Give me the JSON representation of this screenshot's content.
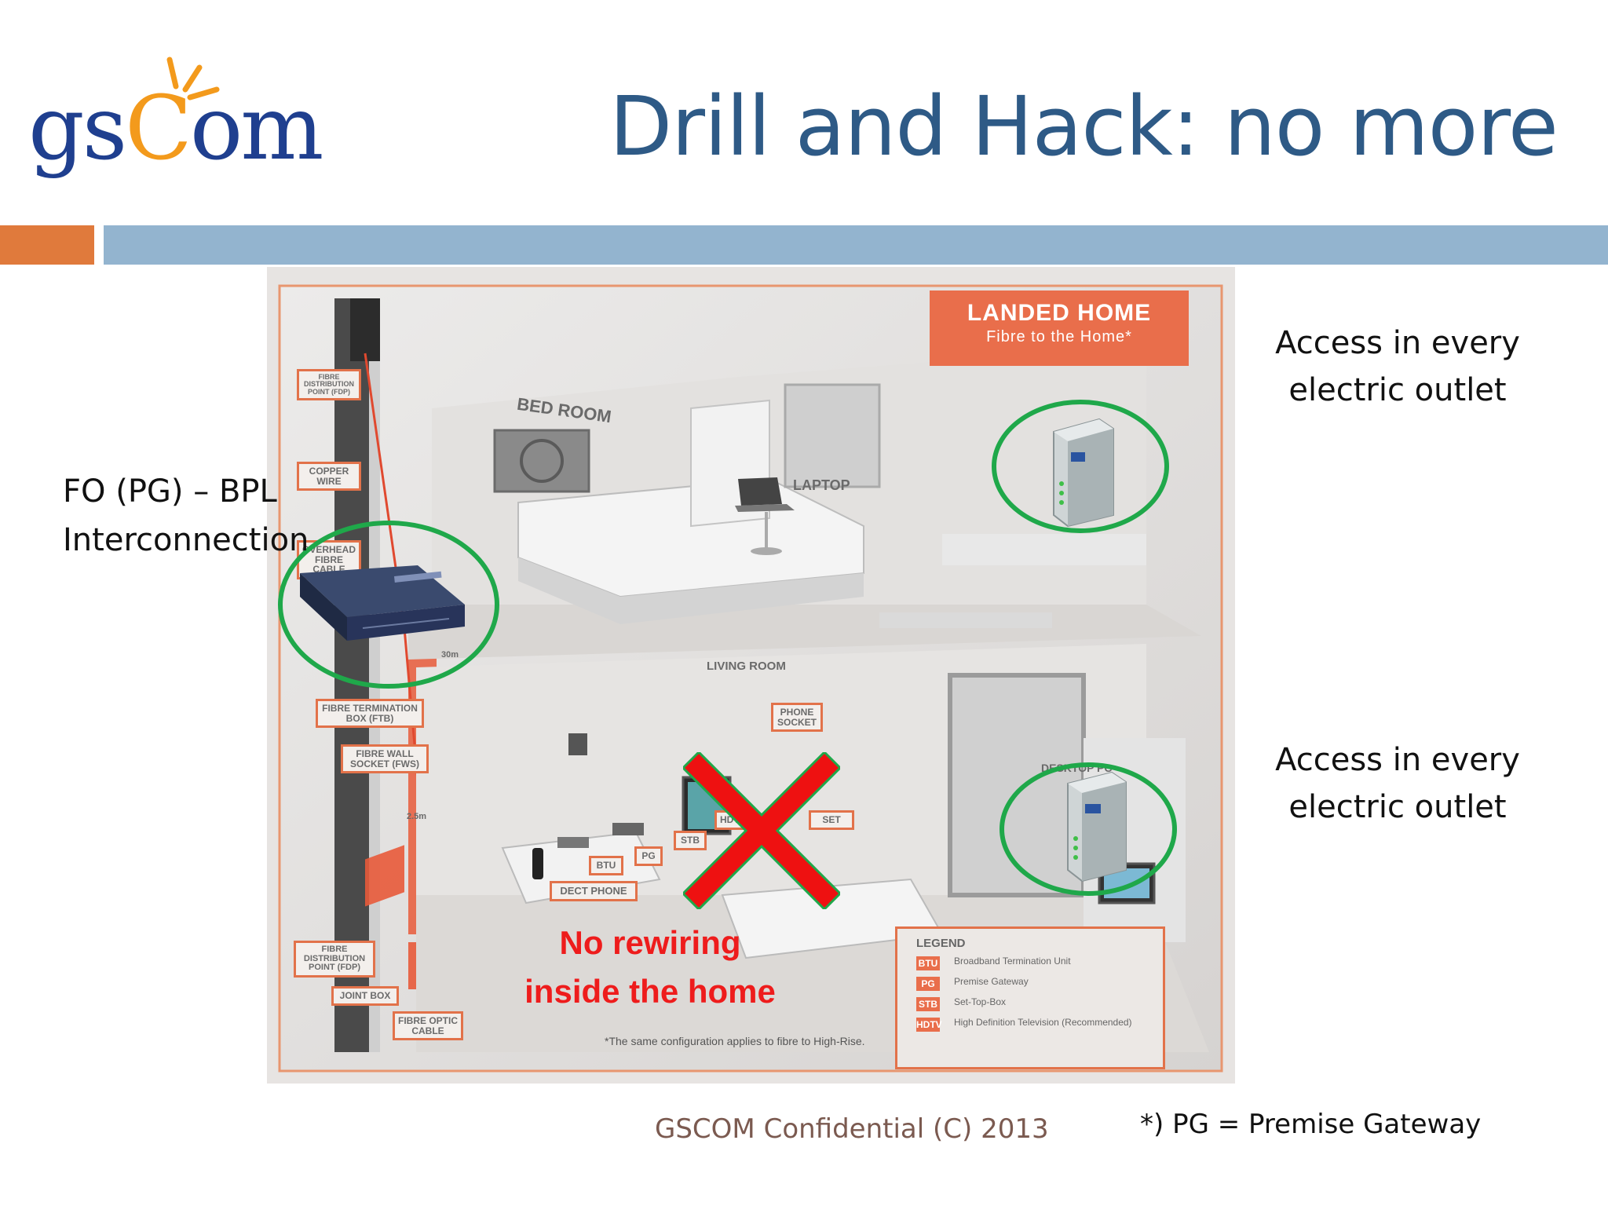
{
  "logo": {
    "prefix": "gs",
    "accent": "C",
    "suffix": "om"
  },
  "title": "Drill and Hack: no more",
  "colors": {
    "title": "#2e5a86",
    "accent_bar": "#e07a3c",
    "header_bar": "#93b4cf",
    "circle": "#1fa84a",
    "cross": "#ee1111",
    "label_border": "#e2724a"
  },
  "photo": {
    "banner_title": "LANDED HOME",
    "banner_sub": "Fibre to the Home*",
    "rooms": {
      "bed_room": "BED ROOM",
      "living_room": "LIVING ROOM",
      "laptop": "LAPTOP",
      "desktop_pc": "DESKTOP PC"
    },
    "labels": {
      "fdp_top": "FIBRE DISTRIBUTION POINT (FDP)",
      "copper_wire": "COPPER WIRE",
      "overhead": "OVERHEAD FIBRE CABLE",
      "length_30m": "30m",
      "ftb": "FIBRE TERMINATION BOX (FTB)",
      "fws": "FIBRE WALL SOCKET (FWS)",
      "length_25m": "2.5m",
      "phone_socket": "PHONE SOCKET",
      "hdtv": "HDTV",
      "tv_set": "SET",
      "stb": "STB",
      "pg": "PG",
      "btu": "BTU",
      "dect_phone": "DECT PHONE",
      "fdp_bottom": "FIBRE DISTRIBUTION POINT (FDP)",
      "joint_box": "JOINT BOX",
      "fibre_optic_cable": "FIBRE OPTIC CABLE"
    },
    "legend": {
      "title": "LEGEND",
      "items": [
        {
          "code": "BTU",
          "desc": "Broadband Termination Unit"
        },
        {
          "code": "PG",
          "desc": "Premise Gateway"
        },
        {
          "code": "STB",
          "desc": "Set-Top-Box"
        },
        {
          "code": "HDTV",
          "desc": "High Definition Television (Recommended)"
        }
      ]
    },
    "footnote": "*The same configuration applies to fibre to High-Rise.",
    "no_rewiring_line1": "No rewiring",
    "no_rewiring_line2": "inside the home"
  },
  "access_top": {
    "line1": "Access in every",
    "line2": "electric outlet"
  },
  "access_bottom": {
    "line1": "Access in every",
    "line2": "electric outlet"
  },
  "fo_label": {
    "line1": "FO (PG) – BPL",
    "line2": "Interconnection"
  },
  "footer": {
    "confidential": "GSCOM Confidential (C) 2013",
    "note": "*) PG = Premise Gateway"
  },
  "icons": [
    "router-icon",
    "plc-adapter-icon",
    "cross-mark-icon"
  ]
}
